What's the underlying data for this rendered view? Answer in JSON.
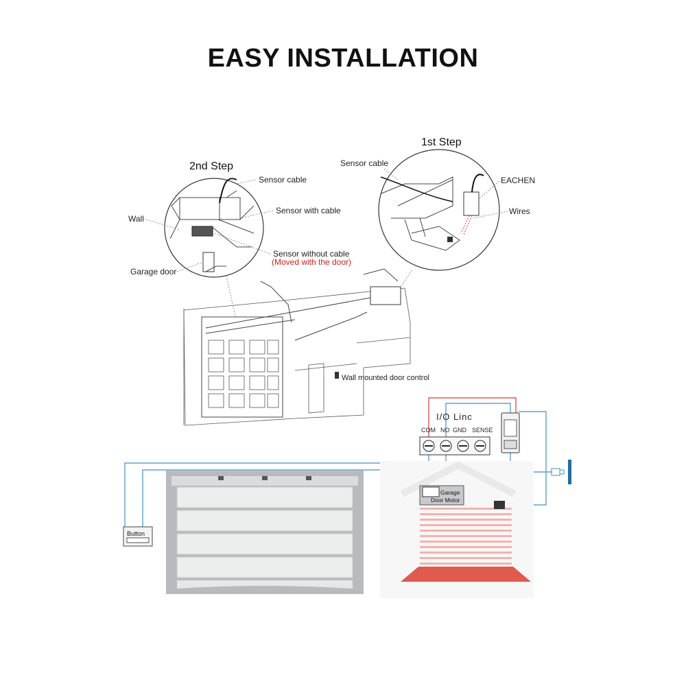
{
  "title": "EASY INSTALLATION",
  "step1": {
    "heading": "1st Step",
    "sensor_cable": "Sensor cable",
    "brand": "EACHEN",
    "wires": "Wires"
  },
  "step2": {
    "heading": "2nd Step",
    "sensor_cable": "Sensor cable",
    "sensor_with_cable": "Sensor with cable",
    "wall": "Wall",
    "sensor_without_cable": "Sensor without cable",
    "moved_note": "(Moved with the door)",
    "garage_door": "Garage door"
  },
  "garage": {
    "wall_control": "Wall mounted door control"
  },
  "wiring": {
    "io_title": "I/O Linc",
    "terminals": [
      "COM",
      "NO",
      "GND",
      "SENSE"
    ],
    "button_label": "Button",
    "motor_label_line1": "Garage",
    "motor_label_line2": "Door Motor"
  },
  "colors": {
    "wire_blue": "#3d8fc4",
    "wire_red": "#d63b2a",
    "accent_red": "#d41f1f"
  }
}
